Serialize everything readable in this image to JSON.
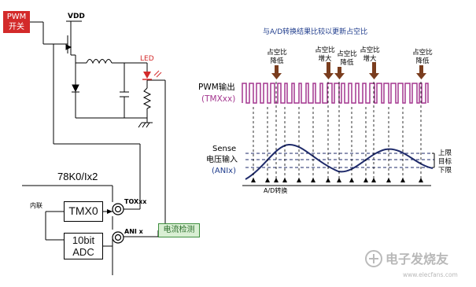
{
  "circuit": {
    "pwm_label": "PWM",
    "switch_label": "开关",
    "vdd_label": "VDD",
    "led_label": "LED",
    "mcu_label": "78K0/Ix2",
    "internal_label": "内联",
    "tmx0_label": "TMX0",
    "adc_label_line1": "10bit",
    "adc_label_line2": "ADC",
    "tox_pin_label": "TOXxx",
    "ani_pin_label": "ANI x",
    "current_detect_label": "电流检测"
  },
  "waveform": {
    "title": "与A/D转换结果比较以更新占空比",
    "annotations": [
      {
        "line1": "占空比",
        "line2": "降低"
      },
      {
        "line1": "占空比",
        "line2": "增大"
      },
      {
        "line1": "占空比",
        "line2": "降低"
      },
      {
        "line1": "占空比",
        "line2": "增大"
      },
      {
        "line1": "占空比",
        "line2": "降低"
      }
    ],
    "pwm_output_label": "PWM输出",
    "pwm_output_pin": "(TMXxx)",
    "sense_label_line1": "Sense",
    "sense_label_line2": "电压输入",
    "sense_label_line3": "(ANIx)",
    "ad_conversion_label": "A/D转换",
    "upper_limit_label": "上限",
    "target_label": "目标",
    "lower_limit_label": "下限"
  },
  "watermark": {
    "brand_cn": "电子发烧友",
    "url": "www.elecfans.com"
  },
  "colors": {
    "pwm_red": "#d32a2a",
    "title_blue": "#1f3c8c",
    "pwm_wave": "#a4378f",
    "sense_curve": "#1e2a6a",
    "arrow_brown": "#7a3d1e",
    "led_red": "#d32a2a",
    "detect_green": "#3e8e3e"
  }
}
